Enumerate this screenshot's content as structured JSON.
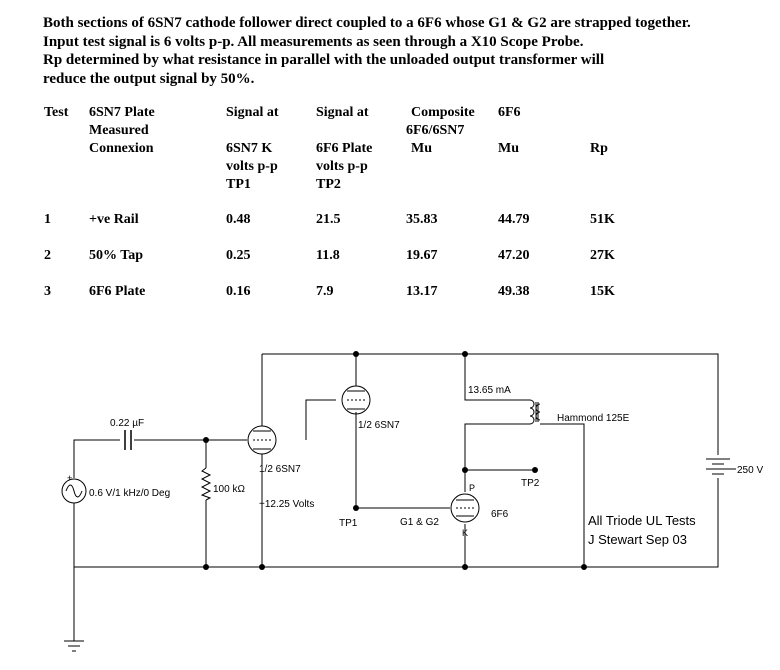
{
  "intro": [
    "Both sections of 6SN7 cathode follower direct coupled to a 6F6 whose G1 & G2 are strapped together.",
    "Input test signal is 6 volts p-p. All measurements as seen through a X10 Scope Probe.",
    "Rp determined by what resistance in parallel with the unloaded output transformer will",
    "reduce the output signal by 50%."
  ],
  "table": {
    "headers": [
      [
        "Test"
      ],
      [
        "6SN7 Plate",
        "Measured",
        "Connexion"
      ],
      [
        "Signal at",
        "",
        "6SN7 K",
        "volts p-p",
        "TP1"
      ],
      [
        "Signal at",
        "",
        "6F6 Plate",
        "volts p-p",
        "TP2"
      ],
      [
        "Composite",
        "6F6/6SN7",
        "Mu"
      ],
      [
        "6F6",
        "",
        "Mu"
      ],
      [
        "",
        "",
        "Rp"
      ]
    ],
    "rows": [
      [
        "1",
        "+ve Rail",
        "0.48",
        "21.5",
        "35.83",
        "44.79",
        "51K"
      ],
      [
        "2",
        "50% Tap",
        "0.25",
        "11.8",
        "19.67",
        "47.20",
        "27K"
      ],
      [
        "3",
        "6F6 Plate",
        "0.16",
        "7.9",
        "13.17",
        "49.38",
        "15K"
      ]
    ]
  },
  "schematic": {
    "cap_label": "0.22 µF",
    "source_label": "0.6 V/1 kHz/0 Deg",
    "resistor_label": "100 kΩ",
    "tube1_label": "1/2 6SN7",
    "tube2_label": "1/2 6SN7",
    "cathode_voltage": "+12.25 Volts",
    "tp1_label": "TP1",
    "g1g2_label": "G1 & G2",
    "current_label": "13.65 mA",
    "transformer_label": "Hammond 125E",
    "supply_label": "250 V",
    "tp2_label": "TP2",
    "tube3_label": "6F6",
    "pin_p": "P",
    "pin_k": "K",
    "plus_sign": "+",
    "credit_1": "All Triode UL Tests",
    "credit_2": "J Stewart Sep 03"
  }
}
